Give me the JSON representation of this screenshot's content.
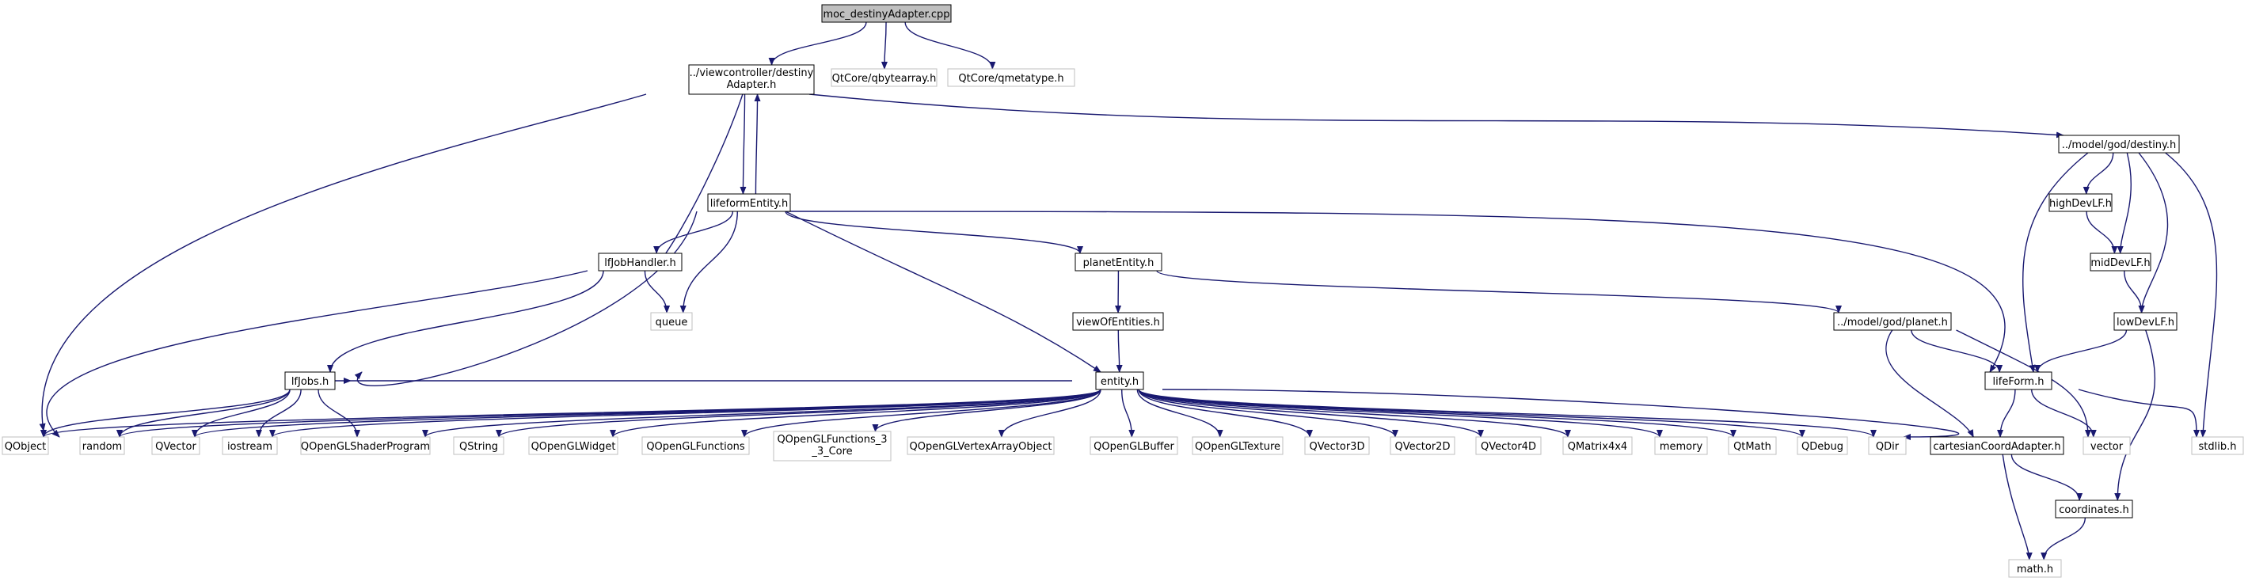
{
  "diagram": {
    "colors": {
      "edge": "#191970",
      "root_fill": "#bfbfbf",
      "node_fill": "#ffffff",
      "node_stroke": "#000000",
      "external_stroke": "#bfbfbf"
    },
    "nodes": [
      {
        "id": "moc",
        "label": "moc_destinyAdapter.cpp",
        "kind": "root"
      },
      {
        "id": "adapter",
        "label": [
          "../viewcontroller/destiny",
          "Adapter.h"
        ],
        "kind": "file"
      },
      {
        "id": "qbytearray",
        "label": "QtCore/qbytearray.h",
        "kind": "external"
      },
      {
        "id": "qmetatype",
        "label": "QtCore/qmetatype.h",
        "kind": "external"
      },
      {
        "id": "destiny",
        "label": "../model/god/destiny.h",
        "kind": "file"
      },
      {
        "id": "lifeformEntity",
        "label": "lifeformEntity.h",
        "kind": "file"
      },
      {
        "id": "lfJobHandler",
        "label": "lfJobHandler.h",
        "kind": "file"
      },
      {
        "id": "queue",
        "label": "queue",
        "kind": "external"
      },
      {
        "id": "planetEntity",
        "label": "planetEntity.h",
        "kind": "file"
      },
      {
        "id": "highDevLF",
        "label": "highDevLF.h",
        "kind": "file"
      },
      {
        "id": "midDevLF",
        "label": "midDevLF.h",
        "kind": "file"
      },
      {
        "id": "lowDevLF",
        "label": "lowDevLF.h",
        "kind": "file"
      },
      {
        "id": "viewOfEntities",
        "label": "viewOfEntities.h",
        "kind": "file"
      },
      {
        "id": "planet",
        "label": "../model/god/planet.h",
        "kind": "file"
      },
      {
        "id": "lfJobs",
        "label": "lfJobs.h",
        "kind": "file"
      },
      {
        "id": "entity",
        "label": "entity.h",
        "kind": "file"
      },
      {
        "id": "lifeForm",
        "label": "lifeForm.h",
        "kind": "file"
      },
      {
        "id": "QObject",
        "label": "QObject",
        "kind": "external"
      },
      {
        "id": "random",
        "label": "random",
        "kind": "external"
      },
      {
        "id": "QVector",
        "label": "QVector",
        "kind": "external"
      },
      {
        "id": "iostream",
        "label": "iostream",
        "kind": "external"
      },
      {
        "id": "QOpenGLShaderProgram",
        "label": "QOpenGLShaderProgram",
        "kind": "external"
      },
      {
        "id": "QString",
        "label": "QString",
        "kind": "external"
      },
      {
        "id": "QOpenGLWidget",
        "label": "QOpenGLWidget",
        "kind": "external"
      },
      {
        "id": "QOpenGLFunctions",
        "label": "QOpenGLFunctions",
        "kind": "external"
      },
      {
        "id": "QOpenGLFunctions33",
        "label": [
          "QOpenGLFunctions_3",
          "_3_Core"
        ],
        "kind": "external"
      },
      {
        "id": "QOpenGLVertexArrayObject",
        "label": "QOpenGLVertexArrayObject",
        "kind": "external"
      },
      {
        "id": "QOpenGLBuffer",
        "label": "QOpenGLBuffer",
        "kind": "external"
      },
      {
        "id": "QOpenGLTexture",
        "label": "QOpenGLTexture",
        "kind": "external"
      },
      {
        "id": "QVector3D",
        "label": "QVector3D",
        "kind": "external"
      },
      {
        "id": "QVector2D",
        "label": "QVector2D",
        "kind": "external"
      },
      {
        "id": "QVector4D",
        "label": "QVector4D",
        "kind": "external"
      },
      {
        "id": "QMatrix4x4",
        "label": "QMatrix4x4",
        "kind": "external"
      },
      {
        "id": "memory",
        "label": "memory",
        "kind": "external"
      },
      {
        "id": "QtMath",
        "label": "QtMath",
        "kind": "external"
      },
      {
        "id": "QDebug",
        "label": "QDebug",
        "kind": "external"
      },
      {
        "id": "QDir",
        "label": "QDir",
        "kind": "external"
      },
      {
        "id": "cartesian",
        "label": "cartesianCoordAdapter.h",
        "kind": "file"
      },
      {
        "id": "vector",
        "label": "vector",
        "kind": "external"
      },
      {
        "id": "stdlib",
        "label": "stdlib.h",
        "kind": "external"
      },
      {
        "id": "coordinates",
        "label": "coordinates.h",
        "kind": "file"
      },
      {
        "id": "math",
        "label": "math.h",
        "kind": "external"
      }
    ],
    "edges": [
      [
        "moc",
        "adapter"
      ],
      [
        "moc",
        "qbytearray"
      ],
      [
        "moc",
        "qmetatype"
      ],
      [
        "adapter",
        "QObject"
      ],
      [
        "adapter",
        "lfJobHandler"
      ],
      [
        "adapter",
        "lifeformEntity"
      ],
      [
        "adapter",
        "destiny"
      ],
      [
        "lifeformEntity",
        "adapter"
      ],
      [
        "lifeformEntity",
        "lfJobHandler"
      ],
      [
        "lifeformEntity",
        "queue"
      ],
      [
        "lifeformEntity",
        "lfJobs"
      ],
      [
        "lifeformEntity",
        "planetEntity"
      ],
      [
        "lifeformEntity",
        "entity"
      ],
      [
        "lifeformEntity",
        "lifeForm"
      ],
      [
        "lfJobHandler",
        "queue"
      ],
      [
        "lfJobHandler",
        "lfJobs"
      ],
      [
        "lfJobHandler",
        "QObject"
      ],
      [
        "destiny",
        "highDevLF"
      ],
      [
        "destiny",
        "midDevLF"
      ],
      [
        "destiny",
        "lowDevLF"
      ],
      [
        "destiny",
        "lifeForm"
      ],
      [
        "destiny",
        "stdlib"
      ],
      [
        "highDevLF",
        "midDevLF"
      ],
      [
        "midDevLF",
        "lowDevLF"
      ],
      [
        "lowDevLF",
        "lifeForm"
      ],
      [
        "lowDevLF",
        "coordinates"
      ],
      [
        "planetEntity",
        "viewOfEntities"
      ],
      [
        "planetEntity",
        "planet"
      ],
      [
        "viewOfEntities",
        "entity"
      ],
      [
        "planet",
        "lifeForm"
      ],
      [
        "planet",
        "cartesian"
      ],
      [
        "planet",
        "vector"
      ],
      [
        "lfJobs",
        "QObject"
      ],
      [
        "lfJobs",
        "random"
      ],
      [
        "lfJobs",
        "QVector"
      ],
      [
        "lfJobs",
        "iostream"
      ],
      [
        "lfJobs",
        "QOpenGLShaderProgram"
      ],
      [
        "entity",
        "lfJobs"
      ],
      [
        "entity",
        "QObject"
      ],
      [
        "entity",
        "random"
      ],
      [
        "entity",
        "QVector"
      ],
      [
        "entity",
        "iostream"
      ],
      [
        "entity",
        "QOpenGLShaderProgram"
      ],
      [
        "entity",
        "QString"
      ],
      [
        "entity",
        "QOpenGLWidget"
      ],
      [
        "entity",
        "QOpenGLFunctions"
      ],
      [
        "entity",
        "QOpenGLFunctions33"
      ],
      [
        "entity",
        "QOpenGLVertexArrayObject"
      ],
      [
        "entity",
        "QOpenGLBuffer"
      ],
      [
        "entity",
        "QOpenGLTexture"
      ],
      [
        "entity",
        "QVector3D"
      ],
      [
        "entity",
        "QVector2D"
      ],
      [
        "entity",
        "QVector4D"
      ],
      [
        "entity",
        "QMatrix4x4"
      ],
      [
        "entity",
        "memory"
      ],
      [
        "entity",
        "QtMath"
      ],
      [
        "entity",
        "QDebug"
      ],
      [
        "entity",
        "QDir"
      ],
      [
        "entity",
        "cartesian"
      ],
      [
        "lifeForm",
        "cartesian"
      ],
      [
        "lifeForm",
        "vector"
      ],
      [
        "lifeForm",
        "stdlib"
      ],
      [
        "cartesian",
        "coordinates"
      ],
      [
        "cartesian",
        "math"
      ],
      [
        "coordinates",
        "math"
      ]
    ]
  }
}
